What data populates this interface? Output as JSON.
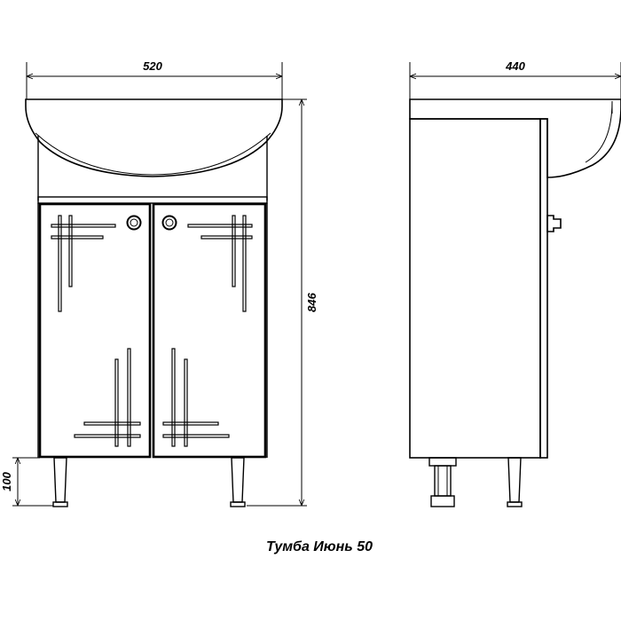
{
  "drawing": {
    "caption": "Тумба Июнь 50",
    "dimensions": {
      "front_width": "520",
      "side_depth": "440",
      "total_height": "846",
      "leg_height": "100"
    }
  }
}
